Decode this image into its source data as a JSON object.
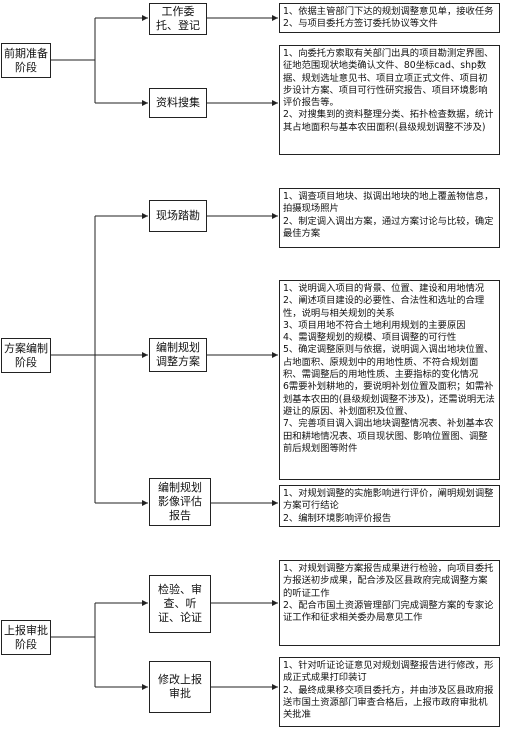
{
  "stages": [
    {
      "label": "前期准备\n阶段"
    },
    {
      "label": "方案编制\n阶段"
    },
    {
      "label": "上报审批\n阶段"
    }
  ],
  "steps": [
    {
      "label": "工作委\n托、登记",
      "detail": "1、依据主管部门下达的规划调整意见单，接收任务\n2、与项目委托方签订委托协议等文件"
    },
    {
      "label": "资料搜集",
      "detail": "1、向委托方索取有关部门出具的项目勘测定界图、征地范围现状地类确认文件、80坐标cad、shp数据、规划选址意见书、项目立项正式文件、项目初步设计方案、项目可行性研究报告、项目环境影响评价报告等。\n2、对搜集到的资料整理分类、拓扑检查数据，统计其占地面积与基本农田面积(县级规划调整不涉及)"
    },
    {
      "label": "现场踏勘",
      "detail": "1、调查项目地块、拟调出地块的地上覆盖物信息，拍摄现场照片\n2、制定调入调出方案，通过方案讨论与比较，确定最佳方案"
    },
    {
      "label": "编制规划\n调整方案",
      "detail": "1、说明调入项目的背景、位置、建设和用地情况\n2、阐述项目建设的必要性、合法性和选址的合理性，说明与相关规划的关系\n3、项目用地不符合土地利用规划的主要原因\n4、需调整规划的规模、项目调整的可行性\n5、确定调整原则与依据，说明调入调出地块位置、占地面积、原规划中的用地性质、不符合规划面积、需调整后的用地性质、主要指标的变化情况\n6需要补划耕地的，要说明补划位置及面积；如需补划基本农田的(县级规划调整不涉及)，还需说明无法避让的原因、补划面积及位置、\n7、完善项目调入调出地块调整情况表、补划基本农田和耕地情况表、项目现状图、影响位置图、调整前后规划图等附件"
    },
    {
      "label": "编制规划\n影像评估\n报告",
      "detail": "1、对规划调整的实施影响进行评价，阐明规划调整方案可行结论\n2、编制环境影响评价报告"
    },
    {
      "label": "检验、审\n查、听\n证、论证",
      "detail": "1、对规划调整方案报告成果进行检验，向项目委托方报送初步成果，配合涉及区县政府完成调整方案的听证工作\n2、配合市国土资源管理部门完成调整方案的专家论证工作和征求相关委办局意见工作"
    },
    {
      "label": "修改上报\n审批",
      "detail": "1、针对听证论证意见对规划调整报告进行修改，形成正式成果打印装订\n2、最终成果移交项目委托方，并由涉及区县政府报送市国土资源部门审查合格后，上报市政府审批机关批准"
    }
  ]
}
